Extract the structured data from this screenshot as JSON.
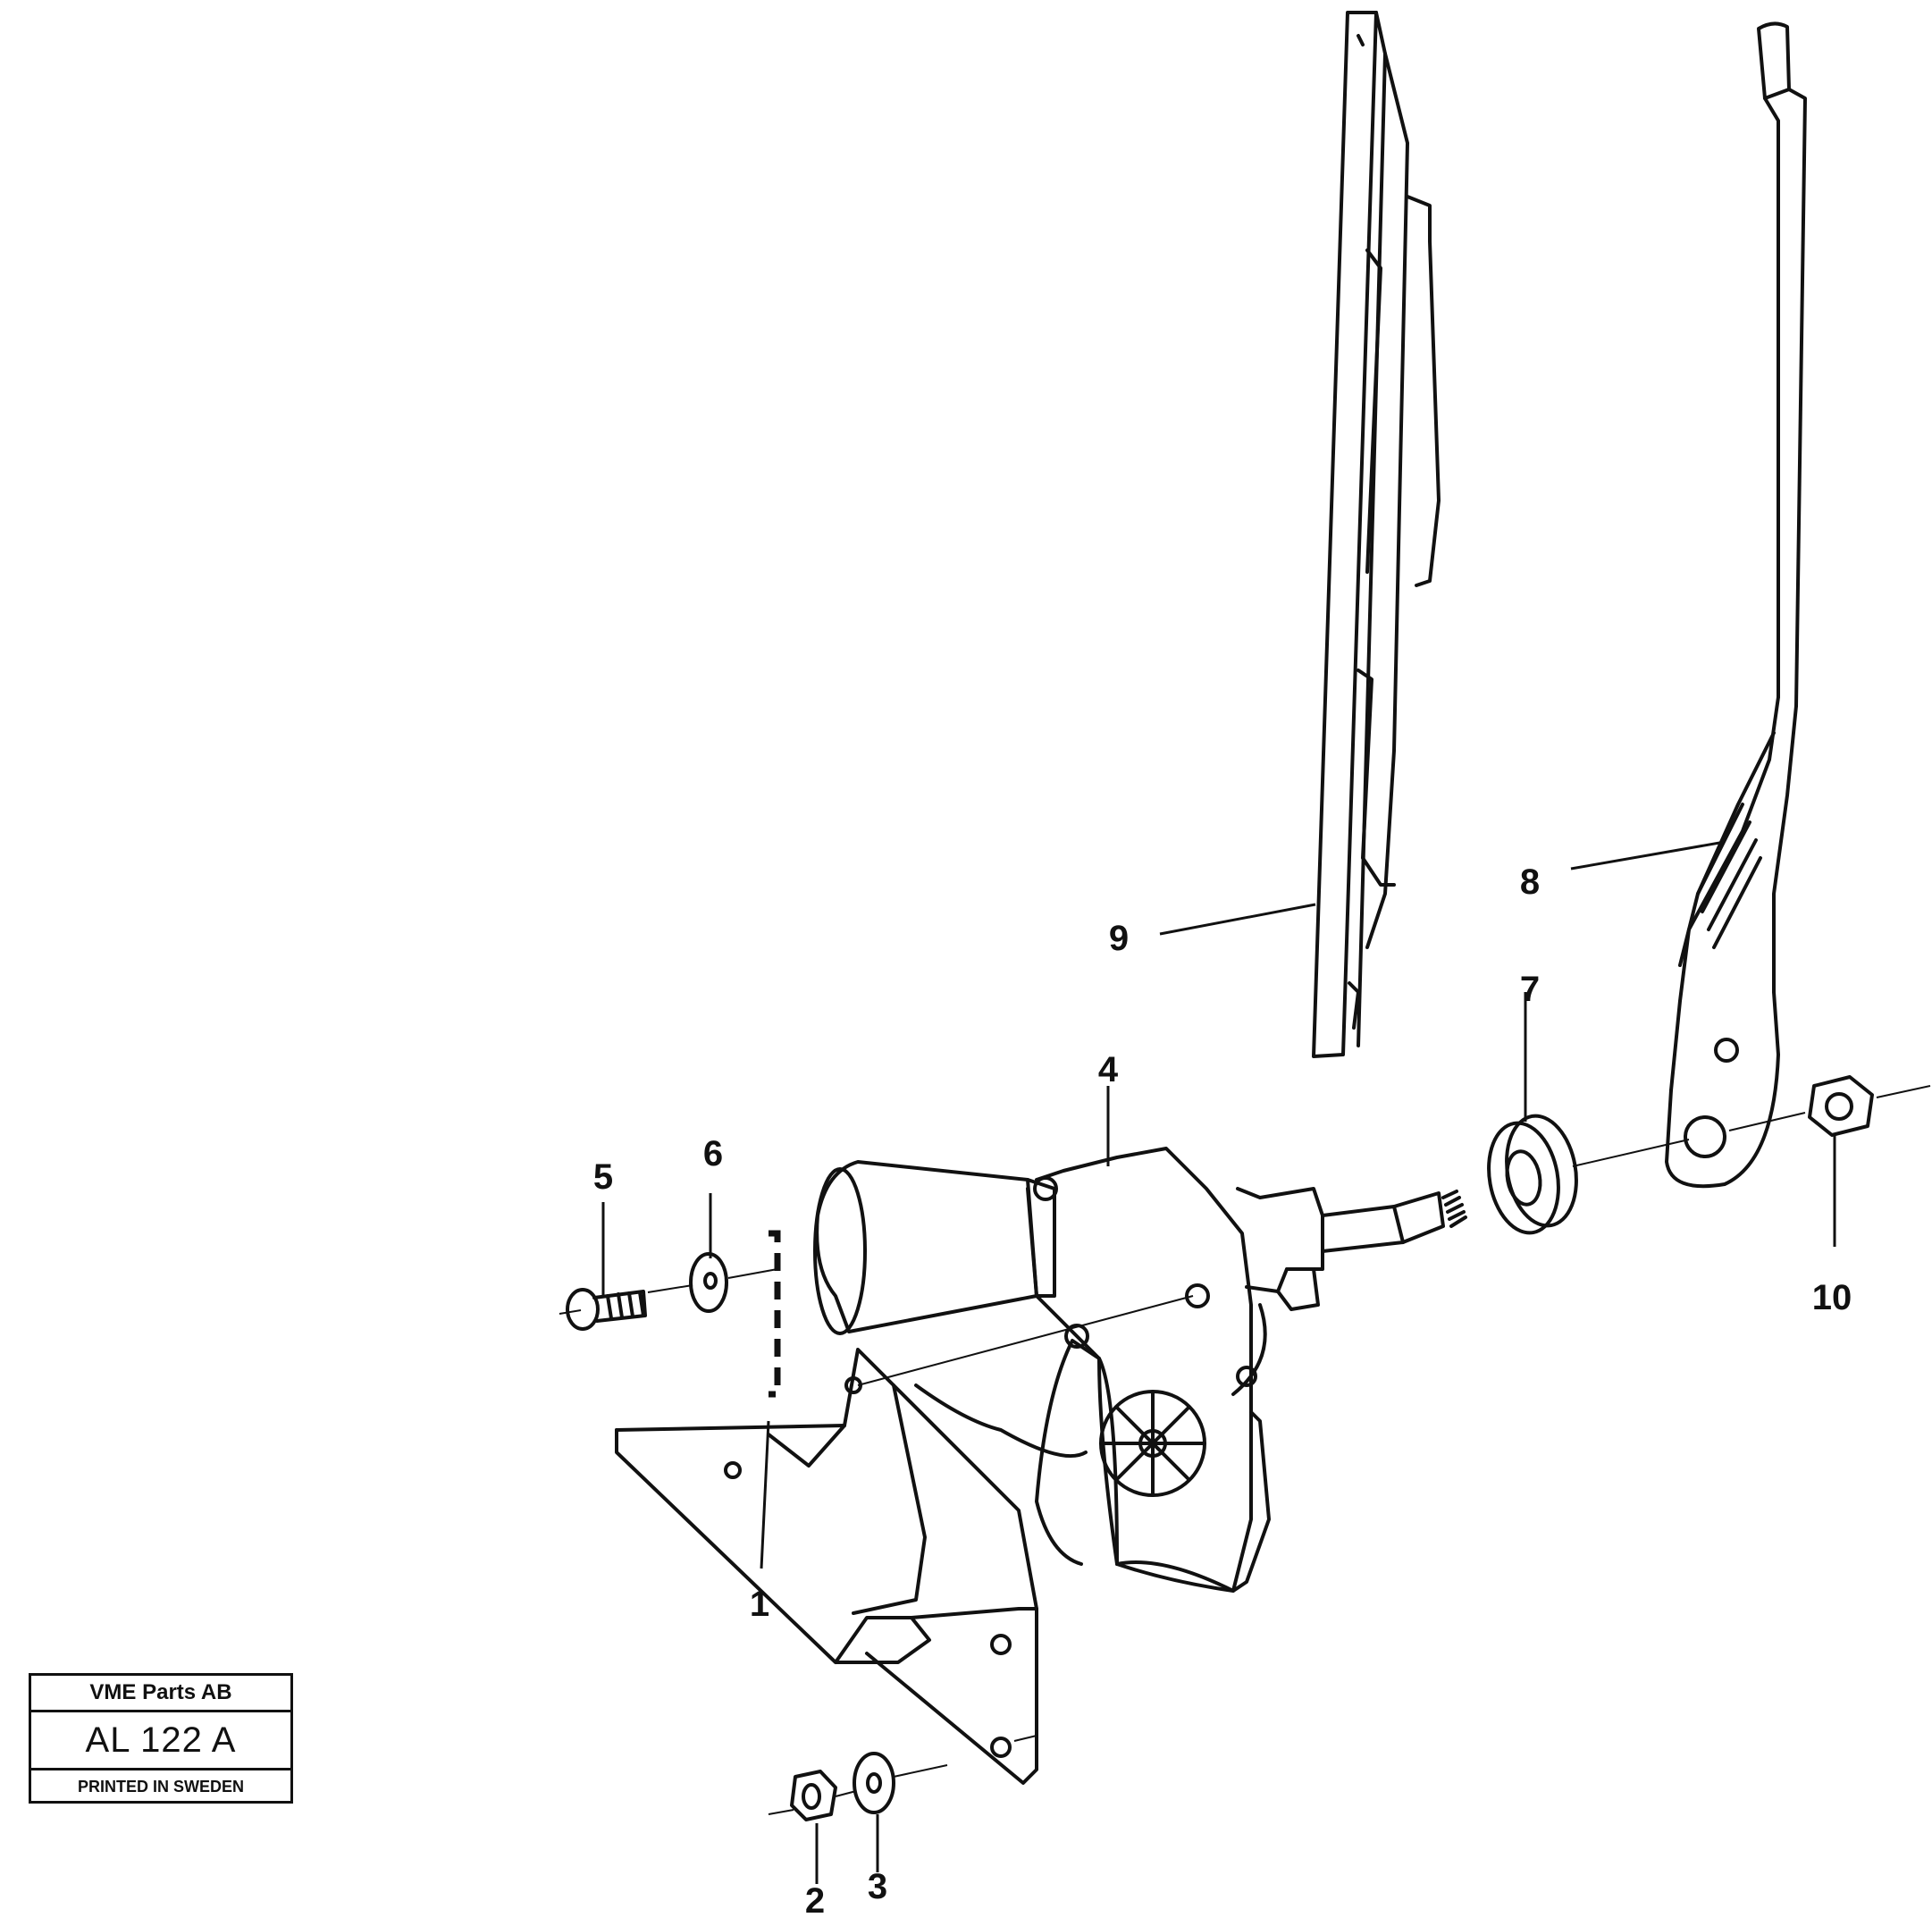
{
  "drawing": {
    "callouts": [
      {
        "id": "1",
        "label": "1"
      },
      {
        "id": "2",
        "label": "2"
      },
      {
        "id": "3",
        "label": "3"
      },
      {
        "id": "4",
        "label": "4"
      },
      {
        "id": "5",
        "label": "5"
      },
      {
        "id": "6",
        "label": "6"
      },
      {
        "id": "7",
        "label": "7"
      },
      {
        "id": "8",
        "label": "8"
      },
      {
        "id": "9",
        "label": "9"
      },
      {
        "id": "10",
        "label": "10"
      }
    ]
  },
  "title_block": {
    "company": "VME Parts AB",
    "drawing_number": "AL 122 A",
    "footer": "PRINTED IN SWEDEN"
  }
}
